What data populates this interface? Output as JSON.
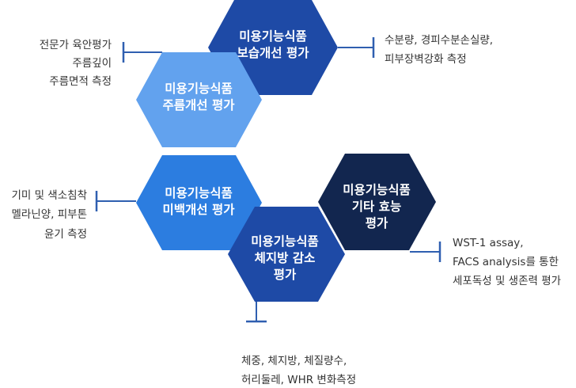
{
  "colors": {
    "dark_blue": "#1e4aa6",
    "light_blue": "#62a2ee",
    "bright_blue": "#2c7de0",
    "navy": "#12264f",
    "connector": "#2f5fb0",
    "text": "#333333"
  },
  "hexagons": [
    {
      "id": "moisturizing",
      "lines": [
        "미용기능식품",
        "보습개선 평가"
      ],
      "color": "#1e4aa6"
    },
    {
      "id": "wrinkle",
      "lines": [
        "미용기능식품",
        "주름개선 평가"
      ],
      "color": "#62a2ee"
    },
    {
      "id": "whitening",
      "lines": [
        "미용기능식품",
        "미백개선 평가"
      ],
      "color": "#2c7de0"
    },
    {
      "id": "body-fat",
      "lines": [
        "미용기능식품",
        "체지방 감소",
        "평가"
      ],
      "color": "#1e4aa6"
    },
    {
      "id": "other",
      "lines": [
        "미용기능식품",
        "기타 효능",
        "평가"
      ],
      "color": "#12264f"
    }
  ],
  "descriptions": {
    "moisturizing": [
      "수분량, 경피수분손실량,",
      "피부장벽강화 측정"
    ],
    "wrinkle": [
      "전문가 육안평가",
      "주름깊이",
      "주름면적 측정"
    ],
    "whitening": [
      "기미 및 색소침착",
      "멜라닌양, 피부톤",
      "윤기 측정"
    ],
    "body-fat": [
      "체중, 체지방, 체질량수,",
      "허리둘레, WHR 변화측정"
    ],
    "other": [
      "WST-1 assay,",
      "FACS analysis를 통한",
      "세포독성 및 생존력 평가"
    ]
  }
}
